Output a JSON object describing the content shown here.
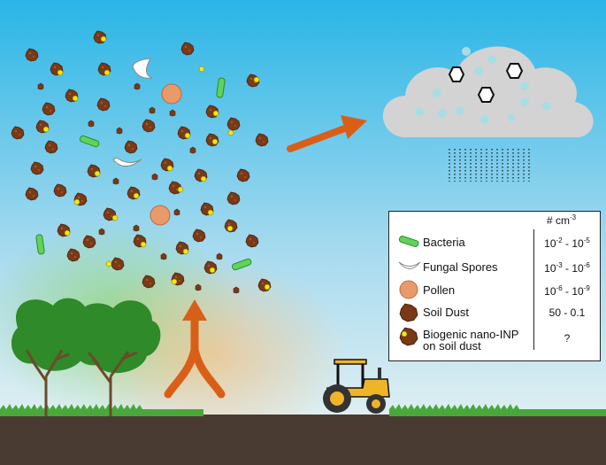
{
  "legend": {
    "header": {
      "unit_base": "# cm",
      "unit_exp": "-3"
    },
    "rows": [
      {
        "name": "Bacteria",
        "conc": {
          "a_base": "10",
          "a_exp": "-2",
          "sep": " - ",
          "b_base": "10",
          "b_exp": "-5"
        }
      },
      {
        "name": "Fungal Spores",
        "conc": {
          "a_base": "10",
          "a_exp": "-3",
          "sep": " - ",
          "b_base": "10",
          "b_exp": "-6"
        }
      },
      {
        "name": "Pollen",
        "conc": {
          "a_base": "10",
          "a_exp": "-6",
          "sep": " - ",
          "b_base": "10",
          "b_exp": "-9"
        }
      },
      {
        "name": "Soil Dust",
        "conc_text": "50 - 0.1"
      },
      {
        "name_line1": "Biogenic nano-INP",
        "name_line2": "on soil dust",
        "conc_text": "?"
      }
    ]
  },
  "colors": {
    "sky_top": "#29b5e6",
    "sky_bottom": "#dff0f8",
    "ground": "#4a3b32",
    "grass": "#49a83a",
    "tree_canopy": "#2f8a2a",
    "tree_trunk": "#6b4a2a",
    "bacteria": "#5fd35a",
    "pollen": "#e89a6a",
    "soil_dust": "#7a3a17",
    "nano_inp": "#f1e90a",
    "cloud": "#d3d3d3",
    "cloud_droplet": "#a9dde4",
    "arrow": "#d95f18",
    "tractor_body": "#f0b429"
  },
  "icons": [
    "cloud-icon",
    "ice-crystal-icon",
    "tractor-icon",
    "tree-icon",
    "arrow-icon"
  ]
}
